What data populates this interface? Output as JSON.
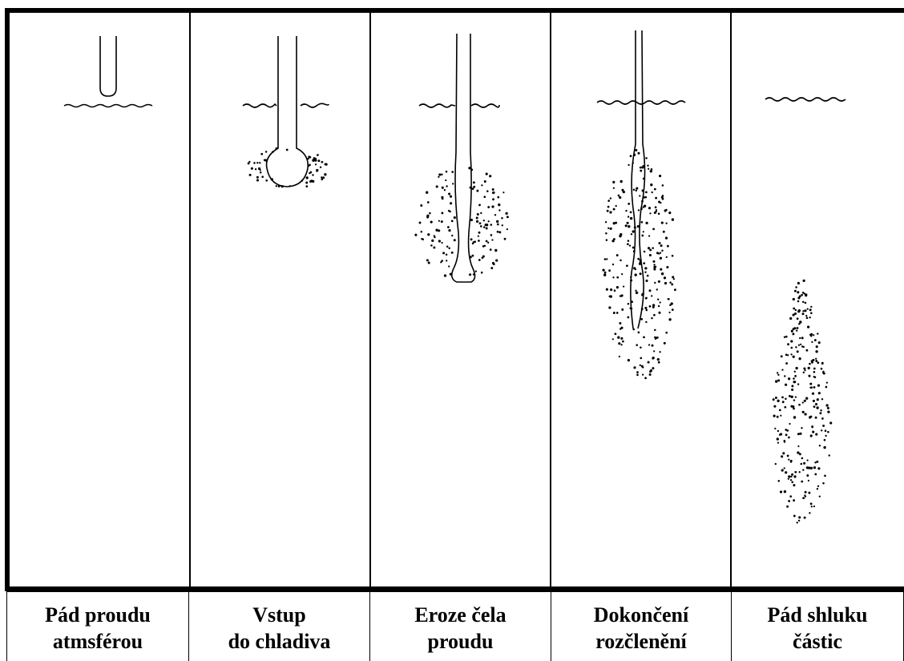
{
  "stages": [
    {
      "line1": "Pád proudu",
      "line2": "atmsférou"
    },
    {
      "line1": "Vstup",
      "line2": "do chladiva"
    },
    {
      "line1": "Eroze čela",
      "line2": "proudu"
    },
    {
      "line1": "Dokončení",
      "line2": "rozčlenění"
    },
    {
      "line1": "Pád shluku",
      "line2": "částic"
    }
  ],
  "colors": {
    "ink": "#000000",
    "paper": "#ffffff"
  }
}
